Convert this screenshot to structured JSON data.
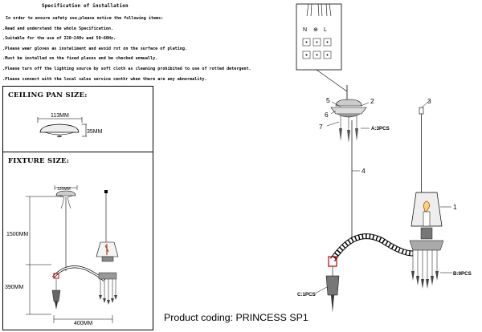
{
  "spec": {
    "title": "Specification of installation",
    "intro": "In order to ensure safety use,please notice the following items:",
    "items": [
      ".Read and understand the whole Specification.",
      ".Suitable for the use of 220~240v and 50~60Hz.",
      ".Please wear gloves as instaliment and avoid rot on the surface of plating.",
      ".Must be installed on the fixed places and be checked unmually.",
      ".Please turn off the lighting source by soft cloth as cleaning prohibited to use of rotted detergent.",
      ".Please connect with the local sales service centhr when there are any abnormality."
    ]
  },
  "ceiling_pan": {
    "heading": "CEILING PAN SIZE:",
    "width_label": "113MM",
    "height_label": "35MM"
  },
  "fixture": {
    "heading": "FIXTURE SIZE:",
    "pan_label": "120MM",
    "chain_label": "1500MM",
    "height_label": "390MM",
    "width_label": "400MM"
  },
  "terminal": {
    "labels": [
      "N",
      "⊕",
      "L"
    ]
  },
  "callouts": {
    "n1": "1",
    "n2": "2",
    "n3": "3",
    "n4": "4",
    "n5": "5",
    "n6": "6",
    "n7": "7",
    "a": "A:3PCS",
    "b": "B:9PCS",
    "c": "C:1PCS"
  },
  "product_code": "Product coding: PRINCESS SP1"
}
